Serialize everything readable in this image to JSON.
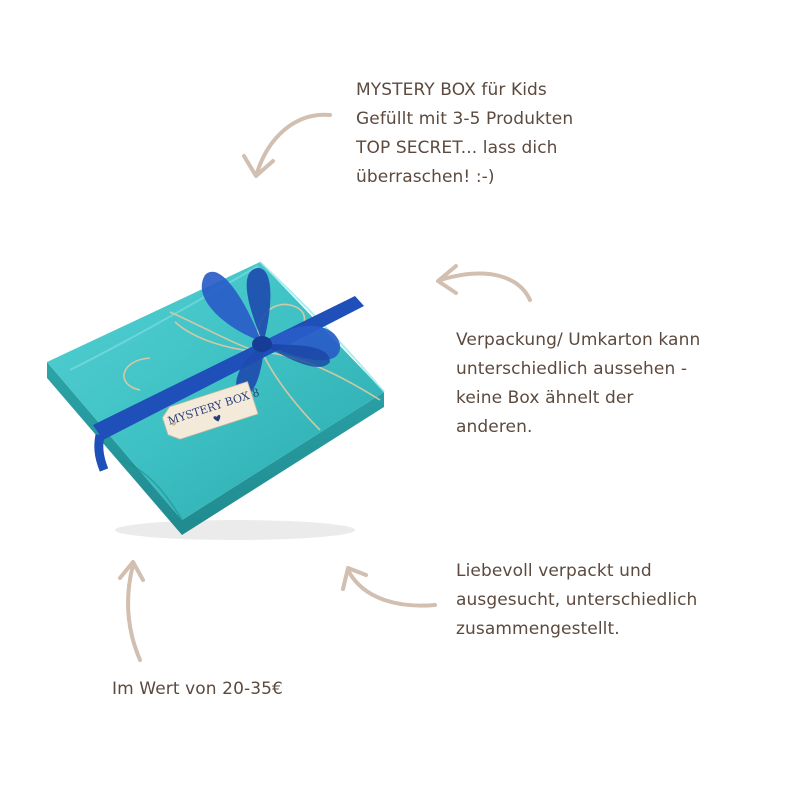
{
  "captions": {
    "top": [
      "MYSTERY BOX für Kids",
      "Gefüllt mit 3-5 Produkten",
      "TOP SECRET... lass dich",
      "überraschen! :-)"
    ],
    "right": [
      "Verpackung/ Umkarton kann",
      "unterschiedlich aussehen -",
      "keine Box ähnelt der",
      "anderen."
    ],
    "middle": [
      "Liebevoll verpackt und",
      "ausgesucht, unterschiedlich",
      "zusammengestellt."
    ],
    "bottom": [
      "Im Wert von 20-35€"
    ]
  },
  "gift_tag": {
    "label": "MYSTERY BOX 8"
  },
  "colors": {
    "text": "#5c4a3f",
    "arrow": "#d2bfb0",
    "box": "#3cbcc0",
    "ribbon": "#1f4fb8",
    "tag": "#f4eada"
  }
}
